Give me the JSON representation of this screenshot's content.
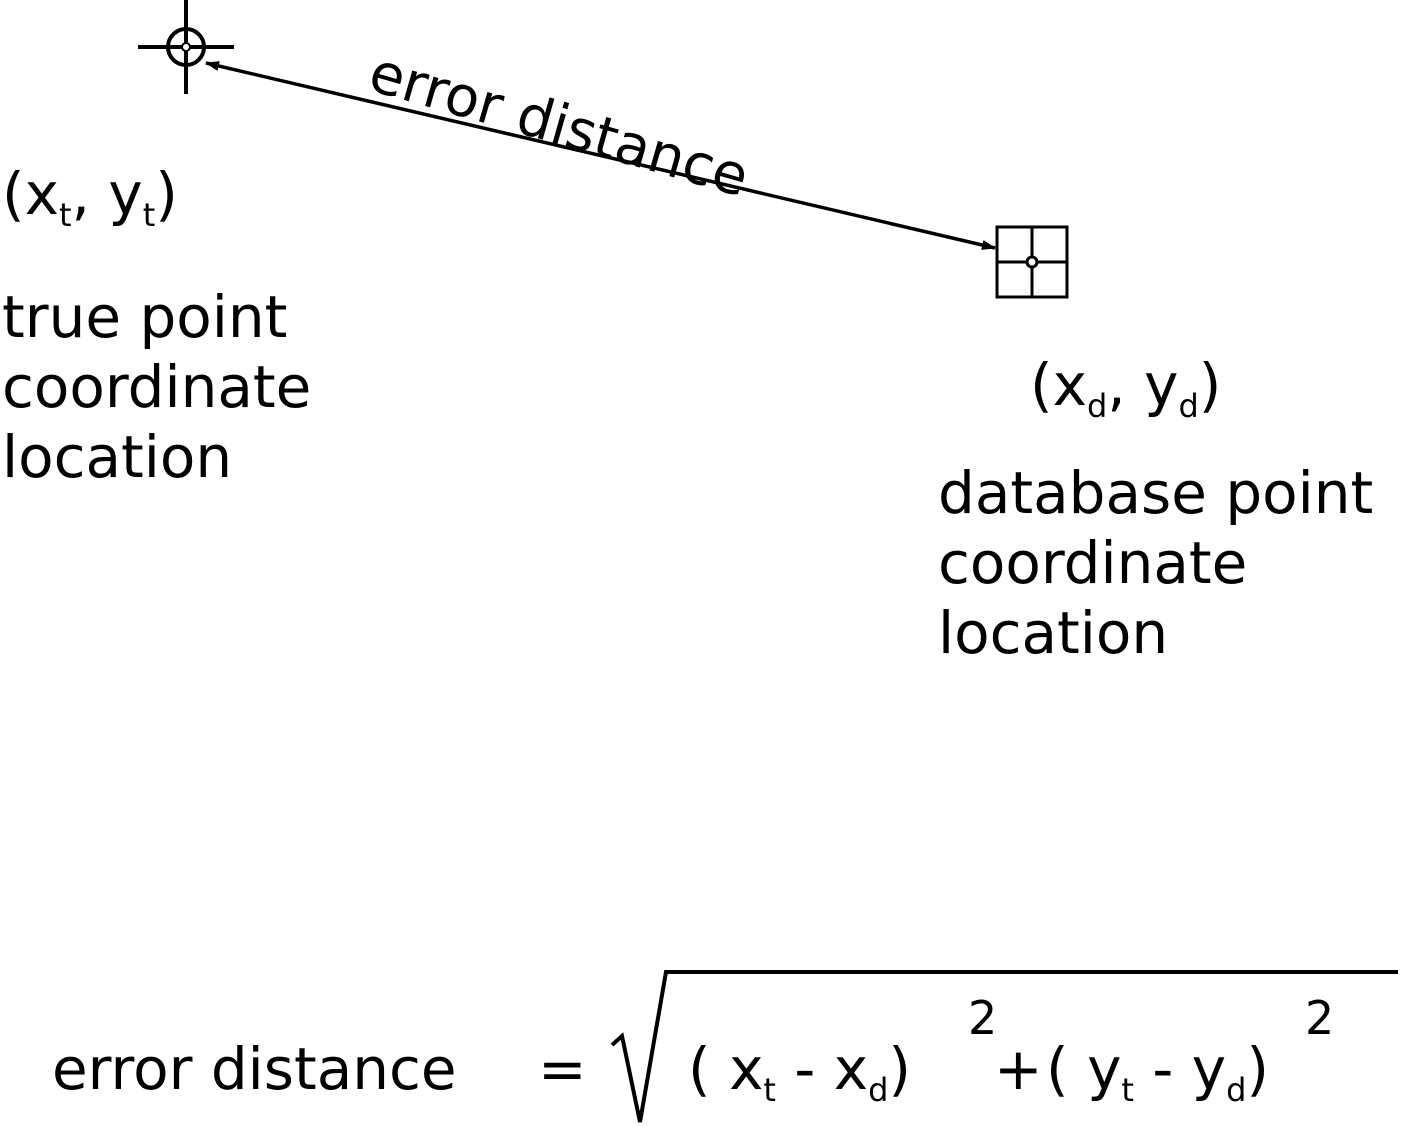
{
  "arrow": {
    "label": "error distance"
  },
  "true_point": {
    "coord": {
      "open": "(x",
      "sub_x": "t",
      "sep": ", y",
      "sub_y": "t",
      "close": ")"
    },
    "description": [
      "true point",
      "coordinate",
      "location"
    ]
  },
  "database_point": {
    "coord": {
      "open": "(x",
      "sub_x": "d",
      "sep": ", y",
      "sub_y": "d",
      "close": ")"
    },
    "description": [
      "database point",
      "coordinate",
      "location"
    ]
  },
  "formula": {
    "lhs": "error distance",
    "equals": "=",
    "term1_open": "( x",
    "term1_sub1": "t",
    "term1_minus": " - x",
    "term1_sub2": "d",
    "term1_close": ")",
    "exp1": "2",
    "plus": "+",
    "term2_open": "( y",
    "term2_sub1": "t",
    "term2_minus": " - y",
    "term2_sub2": "d",
    "term2_close": ")",
    "exp2": "2"
  }
}
